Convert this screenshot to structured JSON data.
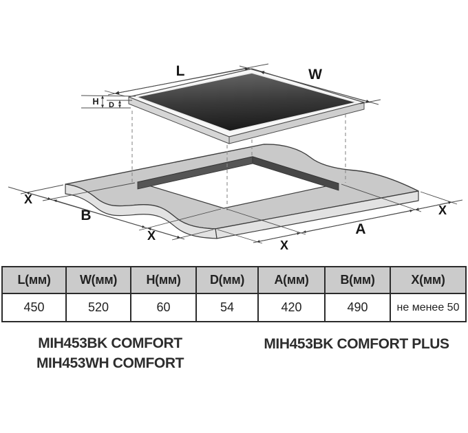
{
  "diagram": {
    "dim_length": "L",
    "dim_width": "W",
    "dim_height": "H",
    "dim_depth": "D",
    "dim_a": "A",
    "dim_b": "B",
    "dim_x": "X",
    "colors": {
      "glass_top": "#666666",
      "glass_bottom": "#1c1c1c",
      "cooktop_rim": "#f7f7f7",
      "cooktop_side": "#d6d6d6",
      "countertop_top": "#c9c9c9",
      "countertop_side": "#e2e2e2",
      "cutout_wall": "#4f4f4f",
      "line": "#3d3d3d",
      "table_header_bg": "#cbcbcb",
      "table_border": "#2b2b2b"
    }
  },
  "table": {
    "headers": [
      "L(мм)",
      "W(мм)",
      "H(мм)",
      "D(мм)",
      "A(мм)",
      "B(мм)",
      "X(мм)"
    ],
    "values": [
      "450",
      "520",
      "60",
      "54",
      "420",
      "490",
      "не менее 50"
    ]
  },
  "models": {
    "left_line1": "MIH453BK COMFORT",
    "left_line2": "MIH453WH COMFORT",
    "right_line1": "MIH453BK COMFORT PLUS"
  }
}
